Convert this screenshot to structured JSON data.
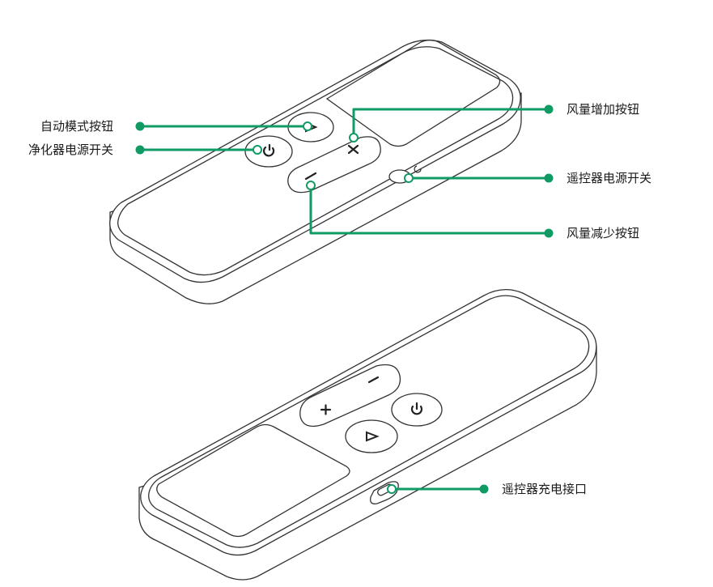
{
  "colors": {
    "callout": "#0f9b63",
    "outline": "#333333"
  },
  "callouts": {
    "auto_mode": "自动模式按钮",
    "purifier_power": "净化器电源开关",
    "fan_up": "风量增加按钮",
    "remote_power": "遥控器电源开关",
    "fan_down": "风量减少按钮",
    "charging_port": "遥控器充电接口"
  },
  "icons": [
    "plus-icon",
    "minus-icon",
    "power-icon",
    "play-icon",
    "usb-c-port-icon"
  ]
}
